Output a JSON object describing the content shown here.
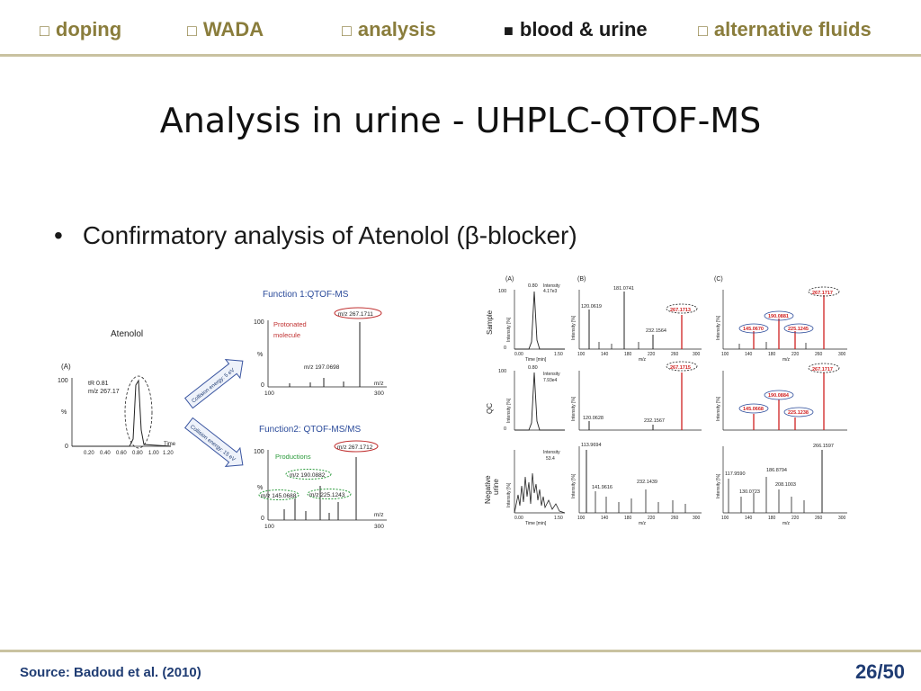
{
  "nav": [
    {
      "label": "doping",
      "active": false
    },
    {
      "label": "WADA",
      "active": false
    },
    {
      "label": "analysis",
      "active": false
    },
    {
      "label": "blood & urine",
      "active": true
    },
    {
      "label": "alternative fluids",
      "active": false
    }
  ],
  "title": "Analysis in urine - UHPLC-QTOF-MS",
  "bullet": "Confirmatory analysis of Atenolol (β-blocker)",
  "footer": {
    "source": "Source: Badoud et al. (2010)",
    "page": "26/50"
  },
  "fig_left": {
    "compound": "Atenolol",
    "panel": "(A)",
    "y100": "100",
    "y0": "0",
    "yunit": "%",
    "rt_label": "tR 0.81",
    "mz_label": "m/z 267.17",
    "xlabel": "Time",
    "xticks": [
      "0.20",
      "0.40",
      "0.60",
      "0.80",
      "1.00",
      "1.20"
    ],
    "arrow1": "Collision energy: 5 eV",
    "arrow2": "Collision energy: 15 eV",
    "func1_title": "Function 1:QTOF-MS",
    "func1_label1": "Protonated",
    "func1_label2": "molecule",
    "func1_peak1": "m/z 267.1711",
    "func1_peak2": "m/z 197.0698",
    "func2_title": "Function2: QTOF-MS/MS",
    "func2_label": "Productions",
    "func2_peak1": "m/z 267.1712",
    "func2_peak2": "m/z 190.0882",
    "func2_peak3": "m/z 145.0688",
    "func2_peak4": "m/z 225.1243",
    "mz_axis": "m/z",
    "x100": "100",
    "x300": "300"
  },
  "fig_right": {
    "panelA": "(A)",
    "panelB": "(B)",
    "panelC": "(C)",
    "row_sample": "Sample",
    "row_qc": "QC",
    "row_neg1": "Negative",
    "row_neg2": "urine",
    "ylabel": "Intensity [%]",
    "xlabel_time": "Time [min]",
    "xlabel_mz": "m/z",
    "sample_rt": "0.80",
    "sample_int": "Intensity",
    "sample_int_val": "4.17e3",
    "qc_rt": "0.80",
    "qc_int": "Intensity",
    "qc_int_val": "7.93e4",
    "neg_int": "Intensity",
    "neg_int_val": "53.4",
    "sample_b1": "181.0741",
    "sample_b2": "120.0619",
    "sample_b3": "232.1564",
    "sample_b4": "267.1713",
    "qc_b2": "120.0628",
    "qc_b3": "232.1567",
    "qc_b4": "267.1715",
    "neg_b1": "113.9694",
    "neg_b2": "141.9616",
    "neg_b3": "232.1439",
    "sample_c1": "267.1717",
    "sample_c2": "190.0881",
    "sample_c3": "145.0670",
    "sample_c4": "225.1245",
    "qc_c1": "267.1717",
    "qc_c2": "190.0884",
    "qc_c3": "145.0668",
    "qc_c4": "225.1238",
    "neg_c1": "266.1597",
    "neg_c2": "117.9590",
    "neg_c3": "186.8794",
    "neg_c4": "130.0723",
    "neg_c5": "208.1003",
    "time_ticks": [
      "0.00",
      "1.50"
    ],
    "mz_ticks": [
      "100",
      "140",
      "180",
      "220",
      "260",
      "300"
    ],
    "y100": "100",
    "y0": "0"
  }
}
